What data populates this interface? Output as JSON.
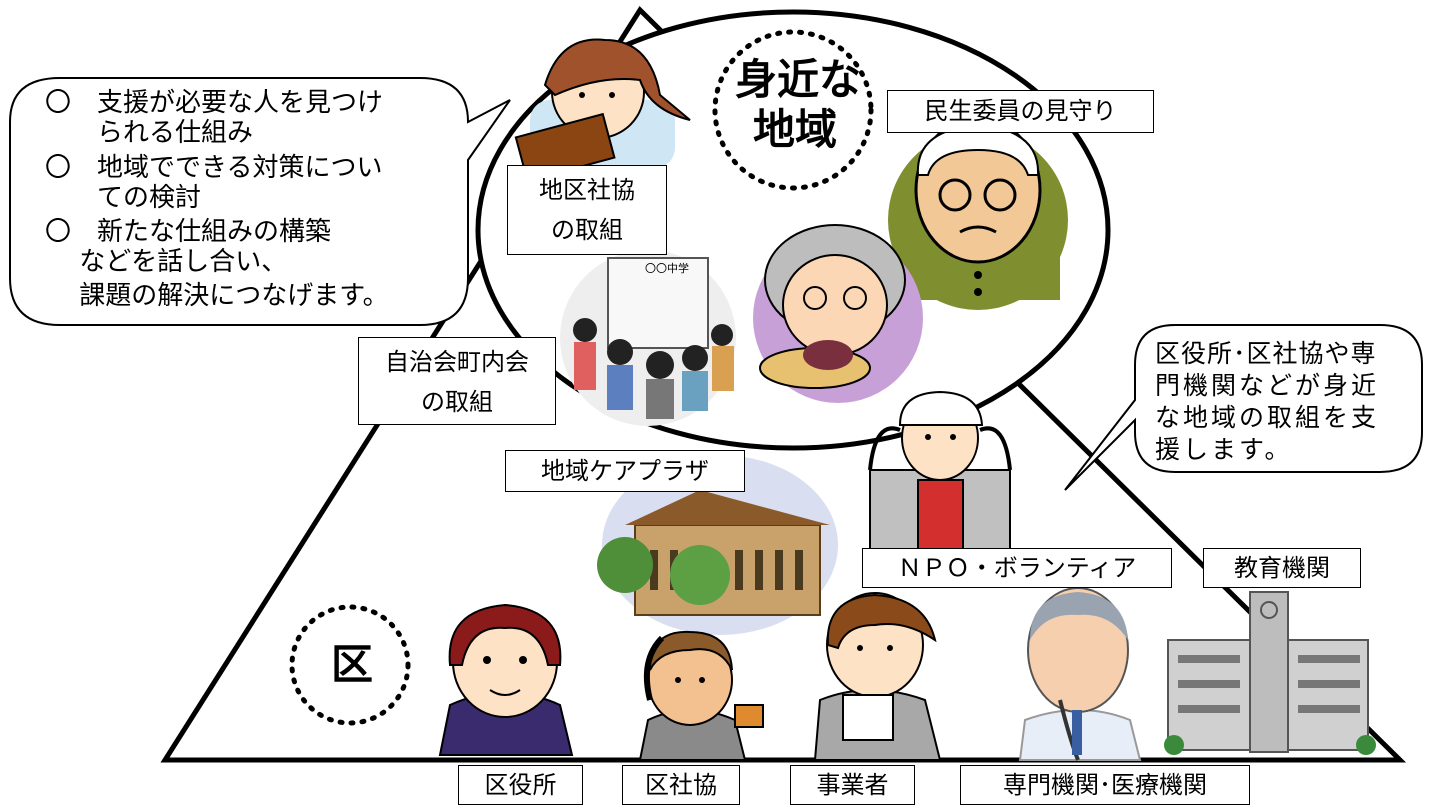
{
  "labels": {
    "near_area_title": "身近な\n地域",
    "ward_title": "区",
    "minsei": "民生委員の見守り",
    "chikushakyo": "地区社協\nの取組",
    "jichikai": "自治会町内会\nの取組",
    "care_plaza": "地域ケアプラザ",
    "npo": "ＮＰＯ・ボランティア",
    "education": "教育機関",
    "kuyakusho": "区役所",
    "kushakyo": "区社協",
    "jigyosha": "事業者",
    "medical": "専門機関･医療機関"
  },
  "bubble_left": {
    "line1": "〇　支援が必要な人を見つけ",
    "line2": "　　られる仕組み",
    "line3": "〇　地域でできる対策につい",
    "line4": "　　ての検討",
    "line5": "〇　新たな仕組みの構築",
    "line6": "　 などを話し合い、",
    "line7": "　 課題の解決につなげます。"
  },
  "bubble_right": {
    "line1": "区役所･区社協や専",
    "line2": "門機関などが身近",
    "line3": "な地域の取組を支",
    "line4": "援します。"
  },
  "school_sign": "〇〇中学",
  "icons": [
    "woman-reading-icon",
    "elderly-man-icon",
    "elderly-woman-eating-icon",
    "meeting-crowd-icon",
    "care-plaza-building-icon",
    "volunteer-woman-icon",
    "office-woman-icon",
    "cheering-man-icon",
    "businessman-icon",
    "doctor-icon",
    "school-building-icon"
  ]
}
